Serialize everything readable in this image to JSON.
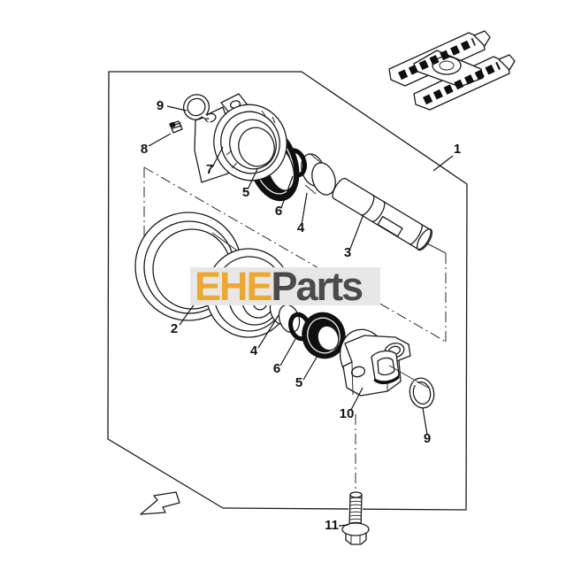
{
  "watermark": {
    "text_accent": "EHE",
    "text_secondary": "Parts",
    "accent_color": "#EFA72E",
    "secondary_color": "#4B4B4B",
    "band_color": "#E7E7E7"
  },
  "diagram": {
    "description": "Exploded parts diagram of a track roller assembly with machine locator illustration",
    "line_color": "#1B1B1B",
    "background_color": "#FFFFFF",
    "callouts": [
      {
        "label": "9",
        "part": "snap-ring-upper"
      },
      {
        "label": "8",
        "part": "plug"
      },
      {
        "label": "7",
        "part": "roller-bracket-left"
      },
      {
        "label": "5",
        "part": "floating-seal-upper"
      },
      {
        "label": "6",
        "part": "o-ring-upper"
      },
      {
        "label": "4",
        "part": "collar-upper"
      },
      {
        "label": "3",
        "part": "roller-shaft"
      },
      {
        "label": "1",
        "part": "roller-assembly"
      },
      {
        "label": "2",
        "part": "track-roller"
      },
      {
        "label": "4",
        "part": "collar-lower"
      },
      {
        "label": "6",
        "part": "o-ring-lower"
      },
      {
        "label": "5",
        "part": "floating-seal-lower"
      },
      {
        "label": "10",
        "part": "roller-bracket-right"
      },
      {
        "label": "9",
        "part": "snap-ring-lower"
      },
      {
        "label": "11",
        "part": "mounting-bolt"
      }
    ]
  }
}
